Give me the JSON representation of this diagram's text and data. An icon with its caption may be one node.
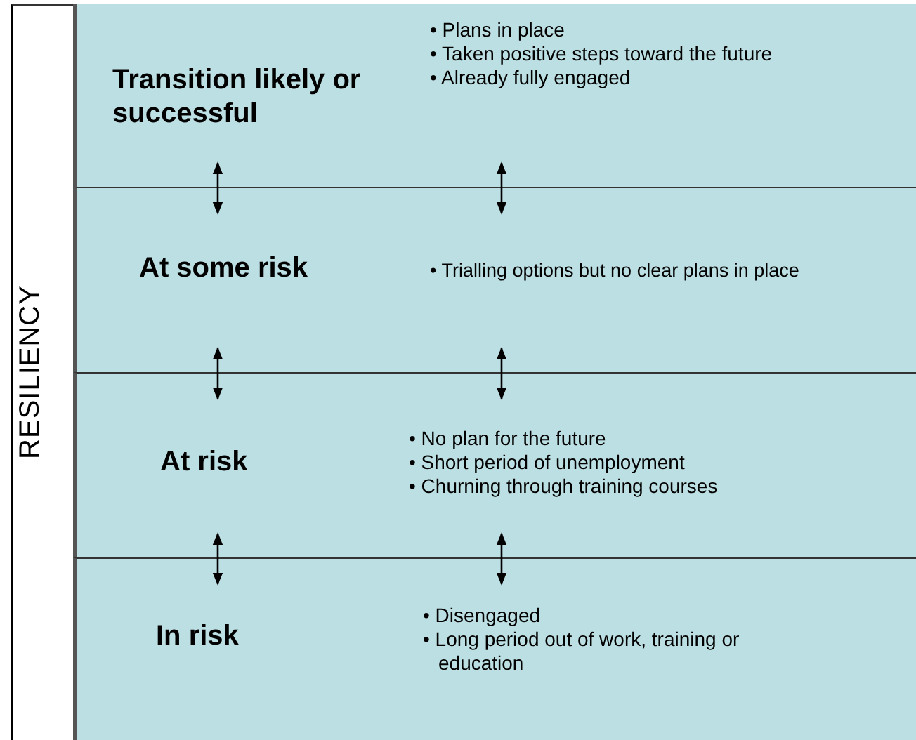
{
  "diagram": {
    "nodes": [
      {
        "text": [
          "Transition likely or successful",
          "• Plans in place",
          "• Taken positive steps toward the future",
          "• Already fully engaged"
        ]
      },
      {
        "text": [
          "At some risk",
          "• Trialling options but no clear plans in place"
        ]
      },
      {
        "text": [
          "At risk",
          "• No plan for the future",
          "• Short period of unemployment",
          "• Churning through training courses"
        ]
      },
      {
        "text": [
          "In risk",
          "• Disengaged",
          "• Long period out of work, training or education"
        ]
      }
    ],
    "edges": [
      {
        "from": 0,
        "to": 1,
        "arrow": "both"
      },
      {
        "from": 0,
        "to": 1,
        "arrow": "both"
      },
      {
        "from": 1,
        "to": 2,
        "arrow": "both"
      },
      {
        "from": 1,
        "to": 2,
        "arrow": "both"
      },
      {
        "from": 2,
        "to": 3,
        "arrow": "both"
      },
      {
        "from": 2,
        "to": 3,
        "arrow": "both"
      }
    ],
    "labels": [
      "RESILIENCY"
    ]
  }
}
